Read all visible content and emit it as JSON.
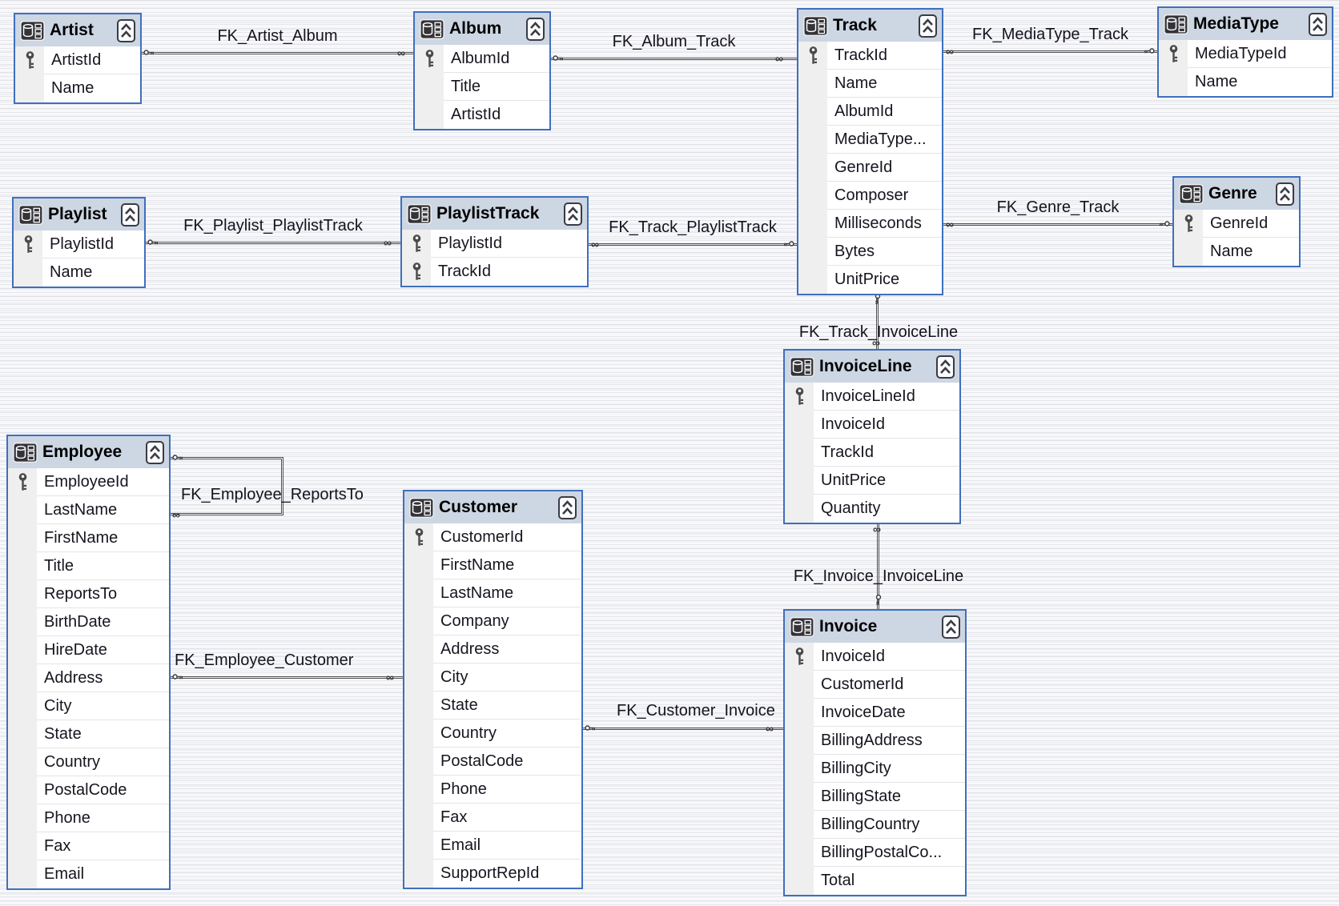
{
  "tables": {
    "artist": {
      "title": "Artist",
      "columns": [
        {
          "label": "ArtistId",
          "pk": true
        },
        {
          "label": "Name"
        }
      ]
    },
    "album": {
      "title": "Album",
      "columns": [
        {
          "label": "AlbumId",
          "pk": true
        },
        {
          "label": "Title"
        },
        {
          "label": "ArtistId"
        }
      ]
    },
    "track": {
      "title": "Track",
      "columns": [
        {
          "label": "TrackId",
          "pk": true
        },
        {
          "label": "Name"
        },
        {
          "label": "AlbumId"
        },
        {
          "label": "MediaType..."
        },
        {
          "label": "GenreId"
        },
        {
          "label": "Composer"
        },
        {
          "label": "Milliseconds"
        },
        {
          "label": "Bytes"
        },
        {
          "label": "UnitPrice"
        }
      ]
    },
    "mediatype": {
      "title": "MediaType",
      "columns": [
        {
          "label": "MediaTypeId",
          "pk": true
        },
        {
          "label": "Name"
        }
      ]
    },
    "genre": {
      "title": "Genre",
      "columns": [
        {
          "label": "GenreId",
          "pk": true
        },
        {
          "label": "Name"
        }
      ]
    },
    "playlist": {
      "title": "Playlist",
      "columns": [
        {
          "label": "PlaylistId",
          "pk": true
        },
        {
          "label": "Name"
        }
      ]
    },
    "playlisttrack": {
      "title": "PlaylistTrack",
      "columns": [
        {
          "label": "PlaylistId",
          "pk": true
        },
        {
          "label": "TrackId",
          "pk": true
        }
      ]
    },
    "employee": {
      "title": "Employee",
      "columns": [
        {
          "label": "EmployeeId",
          "pk": true
        },
        {
          "label": "LastName"
        },
        {
          "label": "FirstName"
        },
        {
          "label": "Title"
        },
        {
          "label": "ReportsTo"
        },
        {
          "label": "BirthDate"
        },
        {
          "label": "HireDate"
        },
        {
          "label": "Address"
        },
        {
          "label": "City"
        },
        {
          "label": "State"
        },
        {
          "label": "Country"
        },
        {
          "label": "PostalCode"
        },
        {
          "label": "Phone"
        },
        {
          "label": "Fax"
        },
        {
          "label": "Email"
        }
      ]
    },
    "customer": {
      "title": "Customer",
      "columns": [
        {
          "label": "CustomerId",
          "pk": true
        },
        {
          "label": "FirstName"
        },
        {
          "label": "LastName"
        },
        {
          "label": "Company"
        },
        {
          "label": "Address"
        },
        {
          "label": "City"
        },
        {
          "label": "State"
        },
        {
          "label": "Country"
        },
        {
          "label": "PostalCode"
        },
        {
          "label": "Phone"
        },
        {
          "label": "Fax"
        },
        {
          "label": "Email"
        },
        {
          "label": "SupportRepId"
        }
      ]
    },
    "invoiceline": {
      "title": "InvoiceLine",
      "columns": [
        {
          "label": "InvoiceLineId",
          "pk": true
        },
        {
          "label": "InvoiceId"
        },
        {
          "label": "TrackId"
        },
        {
          "label": "UnitPrice"
        },
        {
          "label": "Quantity"
        }
      ]
    },
    "invoice": {
      "title": "Invoice",
      "columns": [
        {
          "label": "InvoiceId",
          "pk": true
        },
        {
          "label": "CustomerId"
        },
        {
          "label": "InvoiceDate"
        },
        {
          "label": "BillingAddress"
        },
        {
          "label": "BillingCity"
        },
        {
          "label": "BillingState"
        },
        {
          "label": "BillingCountry"
        },
        {
          "label": "BillingPostalCo..."
        },
        {
          "label": "Total"
        }
      ]
    }
  },
  "relationships": {
    "artist_album": {
      "label": "FK_Artist_Album",
      "one": "Artist",
      "many": "Album"
    },
    "album_track": {
      "label": "FK_Album_Track",
      "one": "Album",
      "many": "Track"
    },
    "mediatype_track": {
      "label": "FK_MediaType_Track",
      "one": "MediaType",
      "many": "Track"
    },
    "genre_track": {
      "label": "FK_Genre_Track",
      "one": "Genre",
      "many": "Track"
    },
    "playlist_playlisttrack": {
      "label": "FK_Playlist_PlaylistTrack",
      "one": "Playlist",
      "many": "PlaylistTrack"
    },
    "track_playlisttrack": {
      "label": "FK_Track_PlaylistTrack",
      "one": "Track",
      "many": "PlaylistTrack"
    },
    "employee_reportsto": {
      "label": "FK_Employee_ReportsTo",
      "one": "Employee",
      "many": "Employee"
    },
    "employee_customer": {
      "label": "FK_Employee_Customer",
      "one": "Employee",
      "many": "Customer"
    },
    "customer_invoice": {
      "label": "FK_Customer_Invoice",
      "one": "Customer",
      "many": "Invoice"
    },
    "track_invoiceline": {
      "label": "FK_Track_InvoiceLine",
      "one": "Track",
      "many": "InvoiceLine"
    },
    "invoice_invoiceline": {
      "label": "FK_Invoice_InvoiceLine",
      "one": "Invoice",
      "many": "InvoiceLine"
    }
  },
  "glyphs": {
    "many": "∞"
  },
  "colors": {
    "table_border": "#3f6fbd",
    "header_bg": "#cdd6e3",
    "connector": "#4f4f4f",
    "key_strip": "#efefef"
  }
}
